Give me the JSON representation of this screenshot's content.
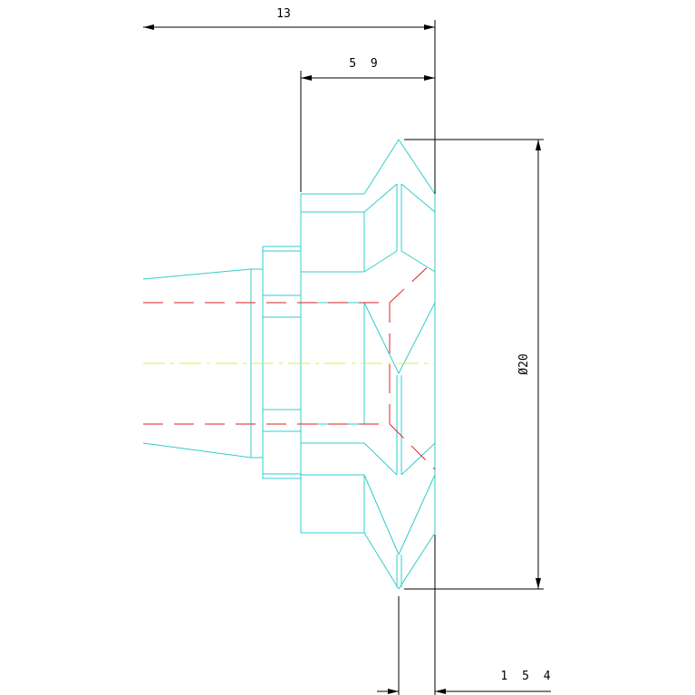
{
  "drawing": {
    "dimensions": {
      "overall_length": "13",
      "head_length": "5 9",
      "diameter": "Ø20",
      "tip_offset": "1 5 4"
    },
    "colors": {
      "background": "#ffffff",
      "geometry": "#33cccc",
      "hidden_line": "#e02020",
      "centerline": "#e8e84a",
      "dimension": "#000000"
    }
  }
}
